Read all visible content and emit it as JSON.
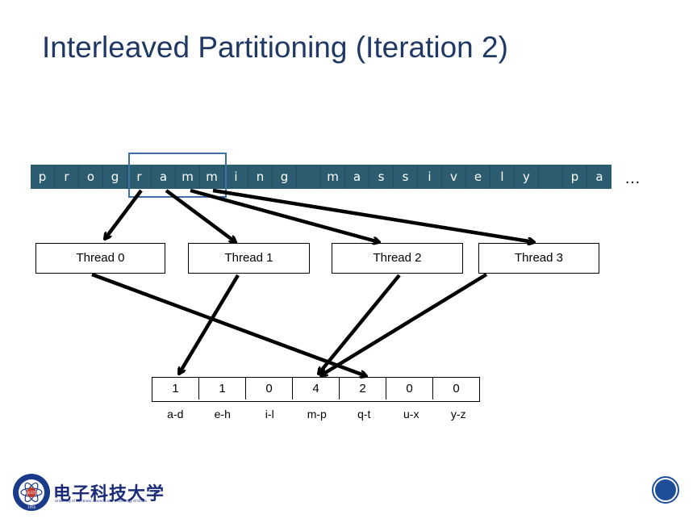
{
  "title": "Interleaved Partitioning (Iteration 2)",
  "input_chars": [
    "p",
    "r",
    "o",
    "g",
    "r",
    "a",
    "m",
    "m",
    "i",
    "n",
    "g",
    "",
    "m",
    "a",
    "s",
    "s",
    "i",
    "v",
    "e",
    "l",
    "y",
    "",
    "p",
    "a"
  ],
  "ellipsis": "…",
  "threads": [
    "Thread 0",
    "Thread 1",
    "Thread 2",
    "Thread 3"
  ],
  "histogram": {
    "values": [
      "1",
      "1",
      "0",
      "4",
      "2",
      "0",
      "0"
    ],
    "labels": [
      "a-d",
      "e-h",
      "i-l",
      "m-p",
      "q-t",
      "u-x",
      "y-z"
    ]
  },
  "logo": {
    "name": "电子科技大学",
    "subtitle": "University of Electronic Science and Technology of China",
    "seal_text": "UESTC",
    "seal_year": "1956"
  },
  "colors": {
    "title": "#1f3864",
    "strip": "#2b5c70",
    "highlight": "#3e6fa5"
  }
}
